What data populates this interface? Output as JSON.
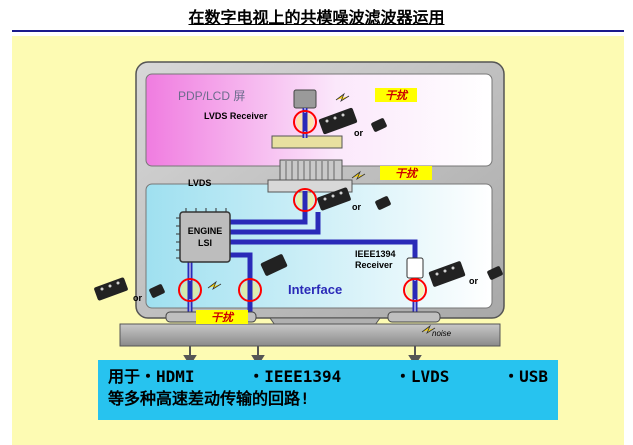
{
  "title": "在数字电视上的共模噪波滤波器运用",
  "labels": {
    "display": "PDP/LCD 屏",
    "lvds_receiver": "LVDS Receiver",
    "lvds": "LVDS",
    "engine_line1": "ENGINE",
    "engine_line2": "LSI",
    "ieee_line1": "IEEE1394",
    "ieee_line2": "Receiver",
    "interface": "Interface",
    "noise": "noise",
    "or": "or",
    "interference": "干扰"
  },
  "caption": {
    "items": [
      "用于・HDMI",
      "・IEEE1394",
      "・LVDS",
      "・USB"
    ],
    "line2": "等多种高速差动传输的回路!"
  },
  "colors": {
    "accent": "#1a1a8c",
    "panel": "#fdfbb3",
    "caption_bg": "#27c3ef",
    "interference_bg": "#ffff00",
    "interference_text": "#cc0000",
    "signal_line": "#2a2ab8"
  }
}
